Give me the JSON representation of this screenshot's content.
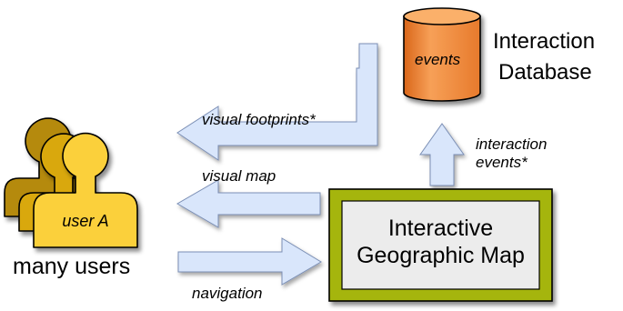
{
  "database": {
    "cylinder_label": "events",
    "caption_line1": "Interaction",
    "caption_line2": "Database",
    "color": "#f28c3c"
  },
  "map_box": {
    "label_line1": "Interactive",
    "label_line2": "Geographic Map",
    "border_color": "#a5b50e",
    "fill_color": "#ececec"
  },
  "users": {
    "front_user_label": "user A",
    "caption": "many users",
    "colors": [
      "#b58a08",
      "#d9a80e",
      "#fbd03a"
    ]
  },
  "arrows": {
    "visual_footprints": "visual footprints*",
    "visual_map": "visual map",
    "navigation": "navigation",
    "interaction_events_line1": "interaction",
    "interaction_events_line2": "events*",
    "fill_color": "#d9e6fb"
  }
}
